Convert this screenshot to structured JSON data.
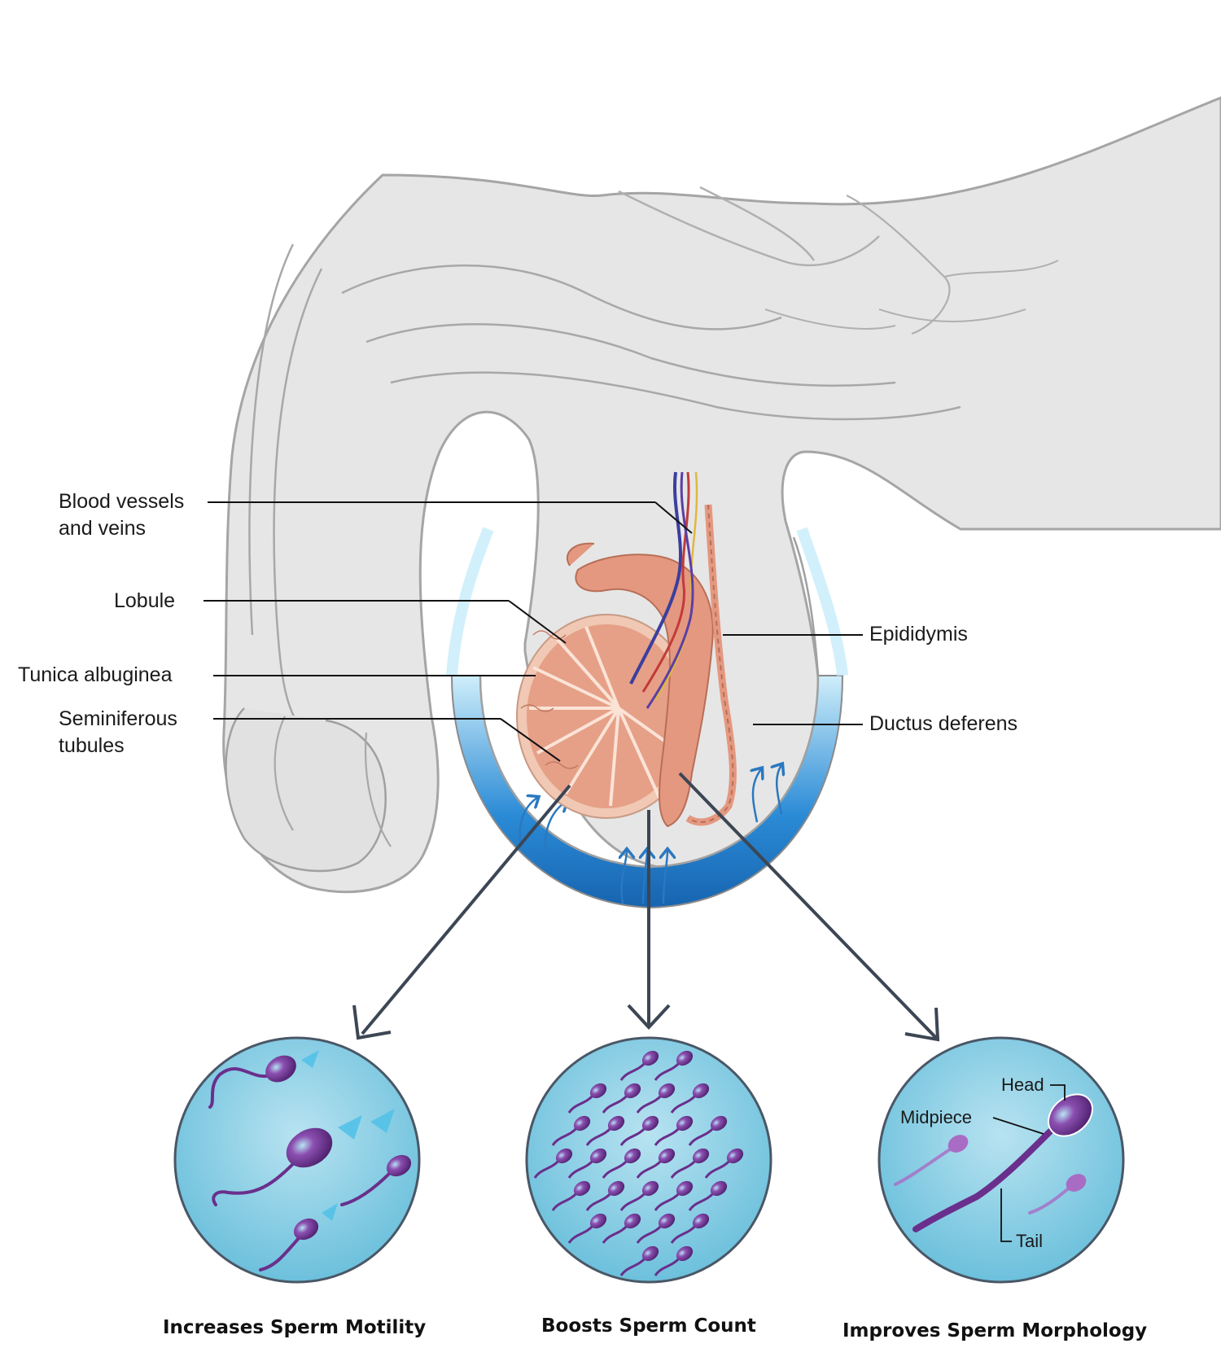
{
  "labels": {
    "blood_vessels": "Blood vessels",
    "and_veins": "and veins",
    "lobule": "Lobule",
    "tunica": "Tunica albuginea",
    "seminiferous": "Seminiferous",
    "tubules": "tubules",
    "epididymis": "Epididymis",
    "ductus": "Ductus deferens"
  },
  "sperm_parts": {
    "head": "Head",
    "midpiece": "Midpiece",
    "tail": "Tail"
  },
  "captions": {
    "motility": "Increases Sperm  Motility",
    "count": "Boosts Sperm Count",
    "morphology": "Improves Sperm Morphology"
  },
  "colors": {
    "body_fill": "#e6e6e6",
    "body_stroke": "#9a9a9a",
    "scrotum_ring": "#1f78c8",
    "testis": "#e8a48a",
    "circle_fill": "#8ccfe4",
    "sperm": "#6a2f8c",
    "arrow": "#3c4654"
  }
}
